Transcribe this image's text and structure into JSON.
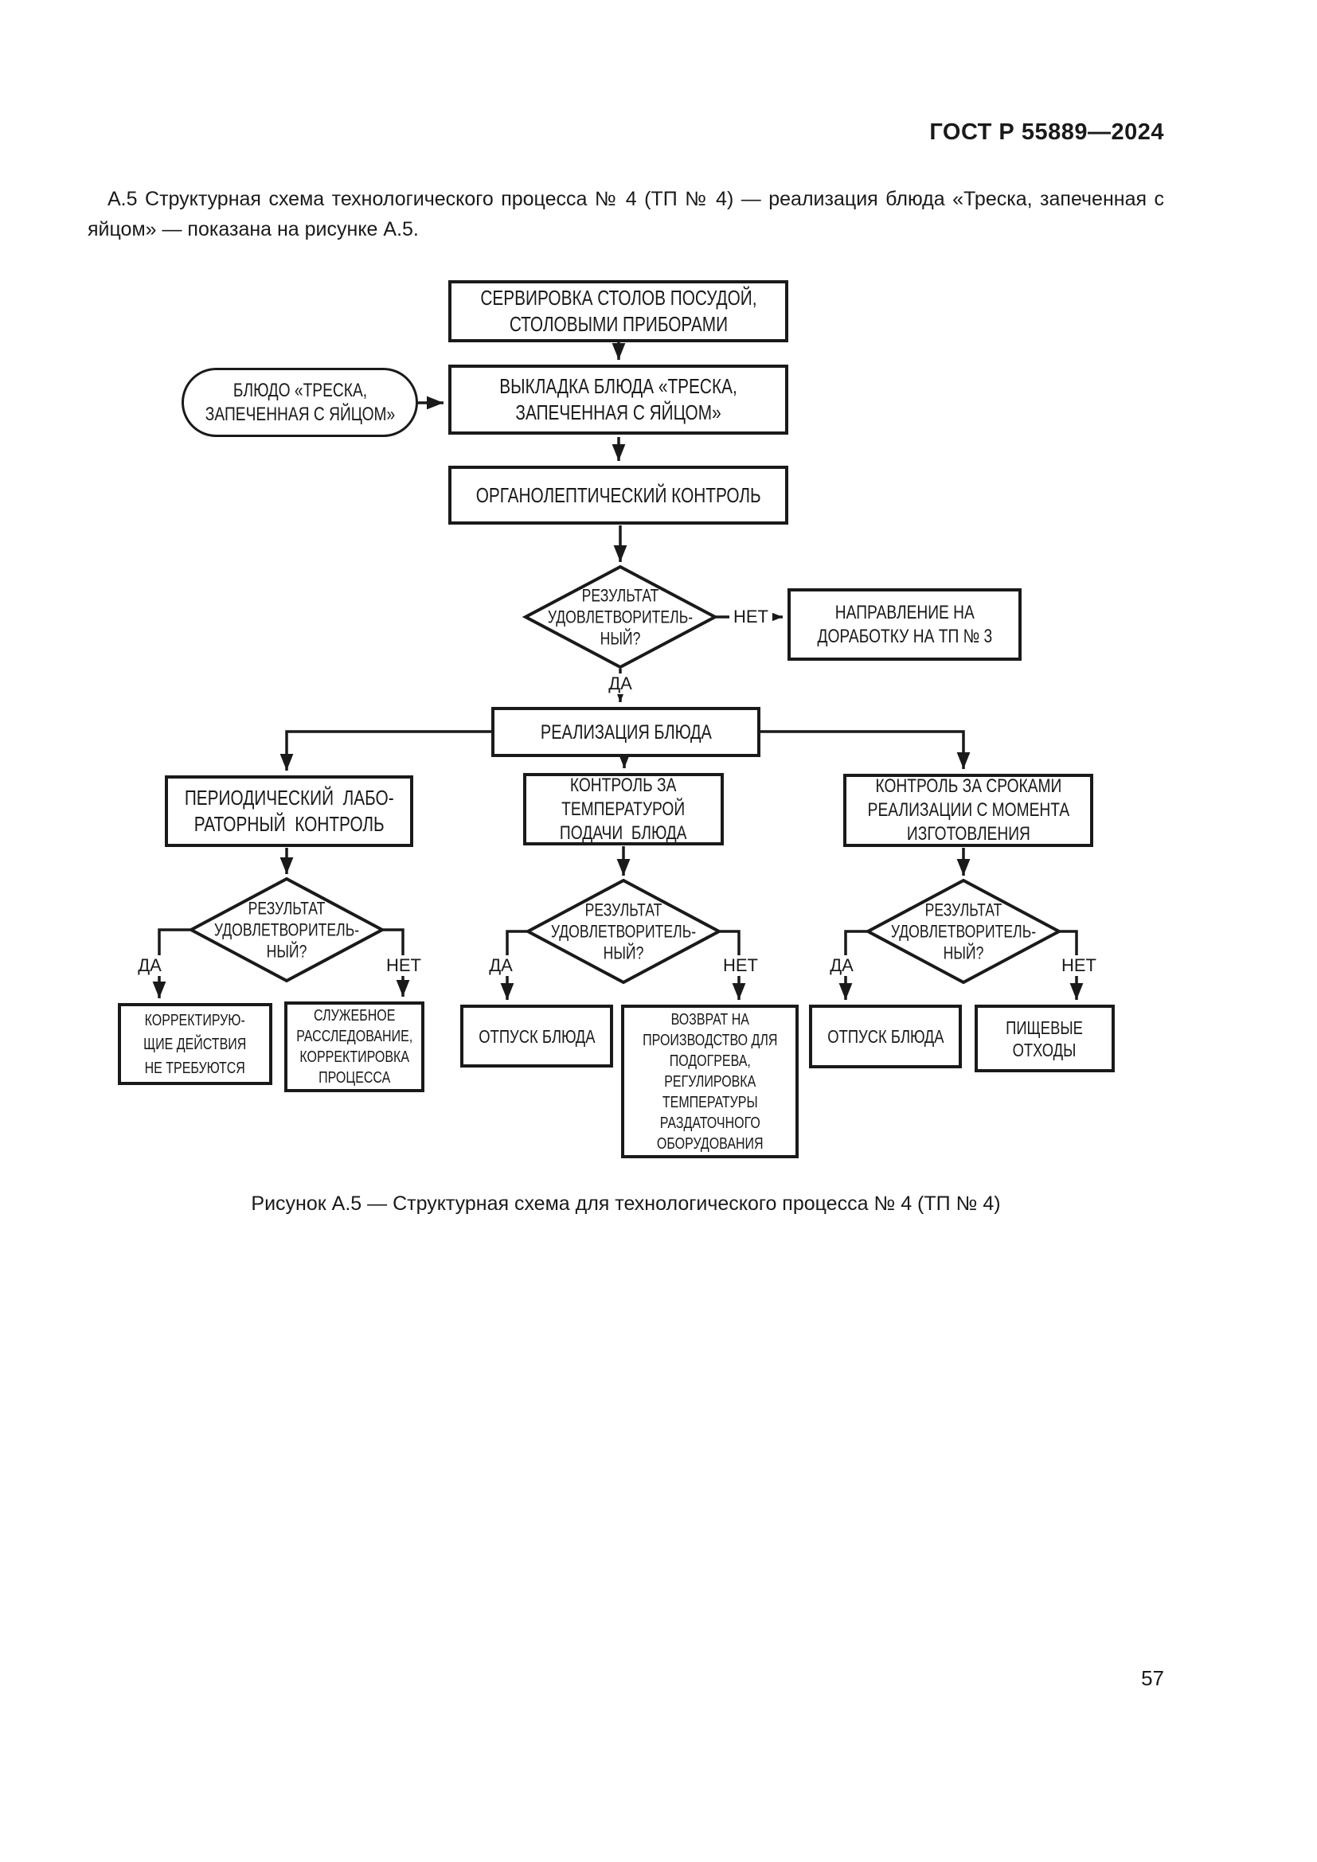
{
  "colors": {
    "ink": "#1a1a1a",
    "paper": "#ffffff"
  },
  "header": {
    "doc_number": "ГОСТ Р 55889—2024"
  },
  "intro": {
    "text": "А.5 Структурная схема технологического процесса № 4 (ТП № 4) — реализация блюда «Треска, запеченная с яйцом» — показана на рисунке А.5."
  },
  "figure": {
    "caption": "Рисунок А.5 — Структурная схема для технологического процесса № 4 (ТП № 4)"
  },
  "footer": {
    "page_number": "57"
  },
  "flowchart": {
    "nodes": {
      "table_setting": "СЕРВИРОВКА СТОЛОВ ПОСУДОЙ,\nСТОЛОВЫМИ ПРИБОРАМИ",
      "dish_start": "БЛЮДО «ТРЕСКА,\nЗАПЕЧЕННАЯ С ЯЙЦОМ»",
      "dish_display": "ВЫКЛАДКА БЛЮДА «ТРЕСКА,\nЗАПЕЧЕННАЯ С ЯЙЦОМ»",
      "organoleptic_control": "ОРГАНОЛЕПТИЧЕСКИЙ КОНТРОЛЬ",
      "decision_result": "РЕЗУЛЬТАТ\nУДОВЛЕТВОРИТЕЛЬ-\nНЫЙ?",
      "rework_tp3": "НАПРАВЛЕНИЕ НА\nДОРАБОТКУ НА ТП № 3",
      "realization": "РЕАЛИЗАЦИЯ БЛЮДА",
      "lab_control": "ПЕРИОДИЧЕСКИЙ  ЛАБО-\nРАТОРНЫЙ  КОНТРОЛЬ",
      "temp_control": "КОНТРОЛЬ ЗА\nТЕМПЕРАТУРОЙ\nПОДАЧИ  БЛЮДА",
      "shelf_life_control": "КОНТРОЛЬ ЗА СРОКАМИ\nРЕАЛИЗАЦИИ С МОМЕНТА\nИЗГОТОВЛЕНИЯ",
      "no_corrective_actions": "КОРРЕКТИРУЮ-\nЩИЕ ДЕЙСТВИЯ\nНЕ ТРЕБУЮТСЯ",
      "internal_investigation": "СЛУЖЕБНОЕ\nРАССЛЕДОВАНИЕ,\nКОРРЕКТИРОВКА\nПРОЦЕССА",
      "dish_release": "ОТПУСК БЛЮДА",
      "return_to_production": "ВОЗВРАТ НА\nПРОИЗВОДСТВО ДЛЯ\nПОДОГРЕВА,\nРЕГУЛИРОВКА\nТЕМПЕРАТУРЫ\nРАЗДАТОЧНОГО\nОБОРУДОВАНИЯ",
      "food_waste": "ПИЩЕВЫЕ\nОТХОДЫ"
    },
    "branch_labels": {
      "yes": "ДА",
      "no": "НЕТ"
    }
  }
}
